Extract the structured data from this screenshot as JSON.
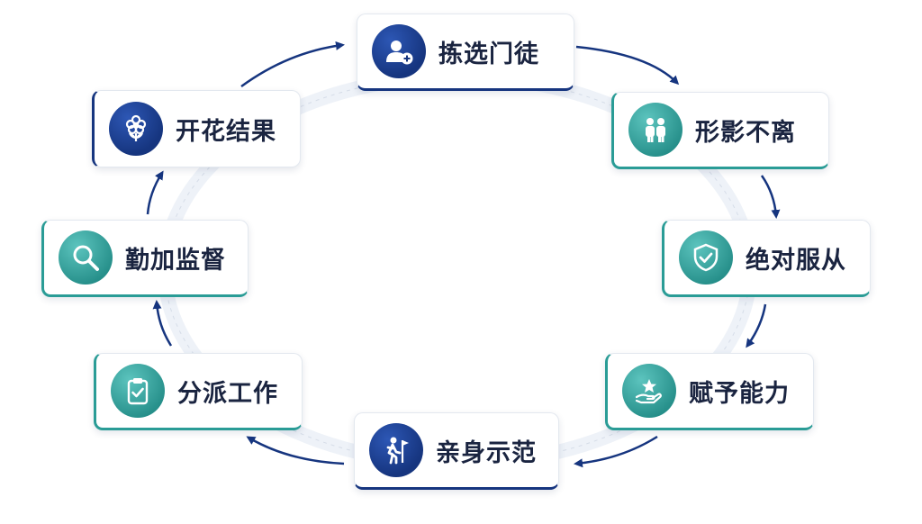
{
  "diagram": {
    "steps": [
      {
        "label": "拣选门徒",
        "icon": "person-add-icon",
        "color": "#16357f"
      },
      {
        "label": "形影不离",
        "icon": "two-people-icon",
        "color": "#268f8a"
      },
      {
        "label": "绝对服从",
        "icon": "shield-check-icon",
        "color": "#268f8a"
      },
      {
        "label": "赋予能力",
        "icon": "hand-star-icon",
        "color": "#268f8a"
      },
      {
        "label": "亲身示范",
        "icon": "hiker-flag-icon",
        "color": "#16357f"
      },
      {
        "label": "分派工作",
        "icon": "clipboard-check-icon",
        "color": "#268f8a"
      },
      {
        "label": "勤加监督",
        "icon": "magnifier-icon",
        "color": "#268f8a"
      },
      {
        "label": "开花结果",
        "icon": "flower-icon",
        "color": "#16357f"
      }
    ],
    "arrow_color": "#16357f"
  }
}
